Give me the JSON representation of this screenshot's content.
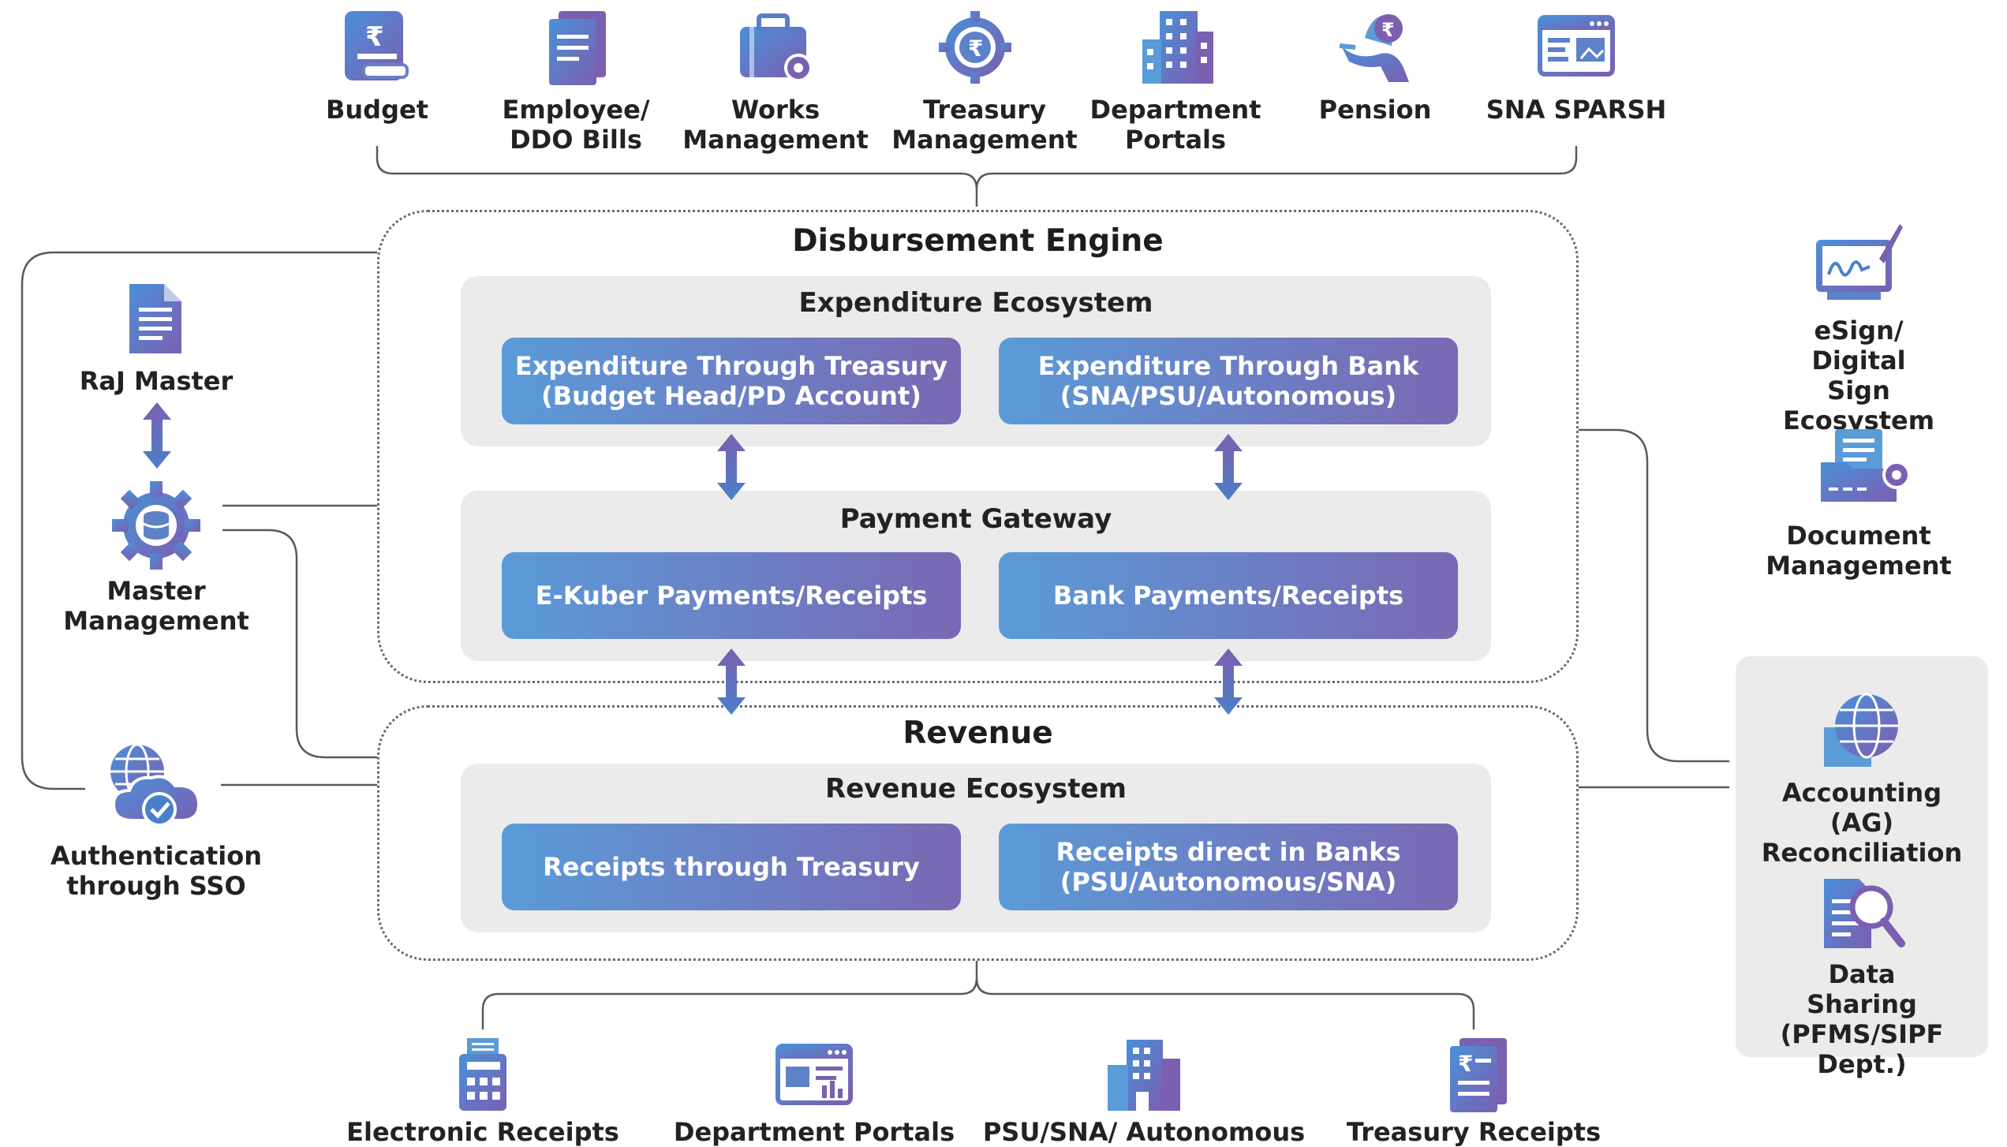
{
  "top_services": [
    {
      "label": "Budget",
      "icon": "budget-icon"
    },
    {
      "label": "Employee/\nDDO Bills",
      "icon": "bills-icon"
    },
    {
      "label": "Works\nManagement",
      "icon": "works-icon"
    },
    {
      "label": "Treasury\nManagement",
      "icon": "treasury-icon"
    },
    {
      "label": "Department\nPortals",
      "icon": "building-icon"
    },
    {
      "label": "Pension",
      "icon": "pension-icon"
    },
    {
      "label": "SNA SPARSH",
      "icon": "sna-sparsh-icon"
    }
  ],
  "disbursement": {
    "title": "Disbursement Engine",
    "expenditure": {
      "title": "Expenditure Ecosystem",
      "left": "Expenditure Through Treasury\n(Budget Head/PD Account)",
      "right": "Expenditure Through Bank\n(SNA/PSU/Autonomous)"
    },
    "gateway": {
      "title": "Payment Gateway",
      "left": "E-Kuber Payments/Receipts",
      "right": "Bank Payments/Receipts"
    }
  },
  "revenue": {
    "title": "Revenue",
    "ecosystem": {
      "title": "Revenue Ecosystem",
      "left": "Receipts through Treasury",
      "right": "Receipts direct in Banks\n(PSU/Autonomous/SNA)"
    }
  },
  "left_side": {
    "raj_master": "RaJ Master",
    "master_mgmt": "Master\nManagement",
    "sso": "Authentication\nthrough SSO"
  },
  "right_side": {
    "esign": "eSign/ Digital\nSign Ecosystem",
    "document": "Document\nManagement",
    "accounting": "Accounting (AG)\nReconciliation",
    "data_sharing": "Data Sharing\n(PFMS/SIPF Dept.)"
  },
  "bottom_services": [
    {
      "label": "Electronic Receipts",
      "icon": "receipt-machine-icon"
    },
    {
      "label": "Department Portals",
      "icon": "portal-window-icon"
    },
    {
      "label": "PSU/SNA/ Autonomous",
      "icon": "office-building-icon"
    },
    {
      "label": "Treasury Receipts",
      "icon": "treasury-receipt-icon"
    }
  ],
  "colors": {
    "accent_blue": "#4a90d9",
    "accent_purple": "#7b5fb0",
    "panel_gray": "#ebebeb",
    "line_gray": "#5a5a5a"
  }
}
